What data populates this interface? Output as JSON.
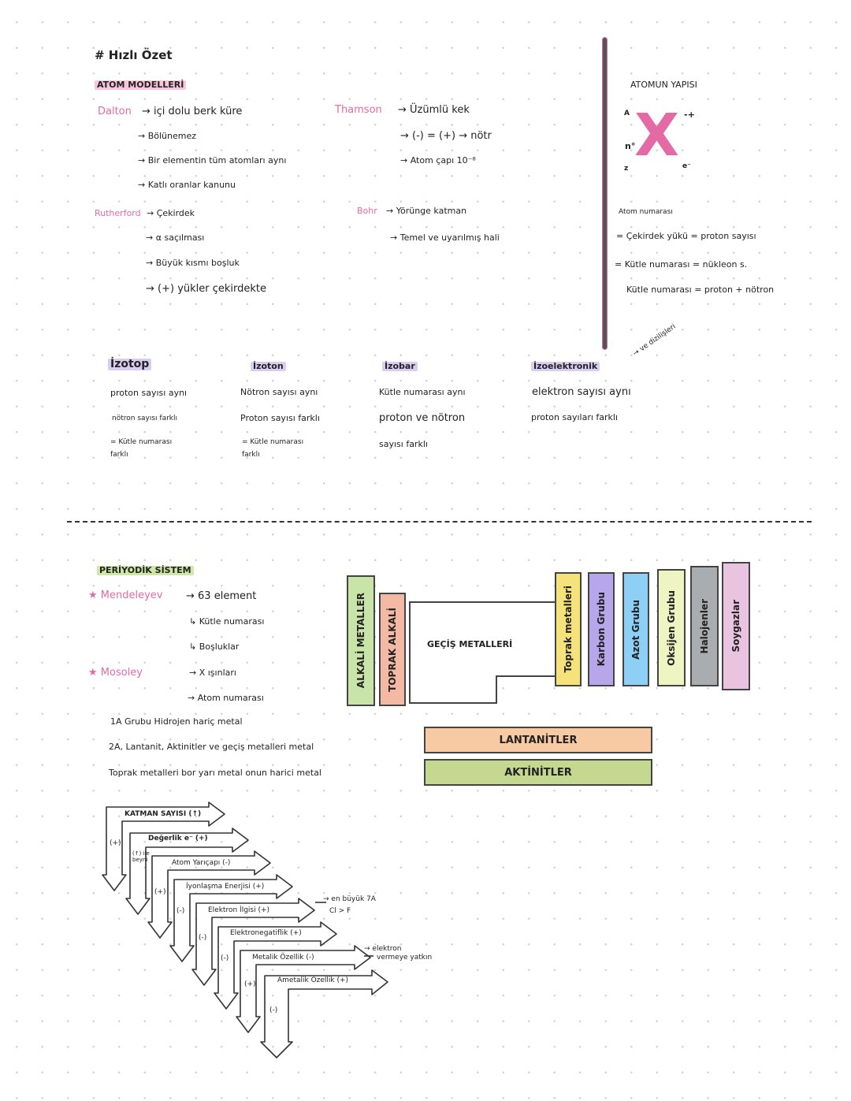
{
  "header": {
    "title": "# Hızlı Özet"
  },
  "atom_models": {
    "heading": "ATOM MODELLERİ",
    "dalton": {
      "name": "Dalton",
      "items": [
        "içi dolu berk küre",
        "Bölünemez",
        "Bir elementin tüm atomları aynı",
        "Katlı oranlar kanunu"
      ]
    },
    "thomson": {
      "name": "Thamson",
      "items": [
        "Üzümlü kek",
        "(-) = (+) → nötr",
        "Atom çapı 10⁻⁸"
      ]
    },
    "rutherford": {
      "name": "Rutherford",
      "items": [
        "Çekirdek",
        "α saçılması",
        "Büyük kısmı boşluk",
        "(+) yükler çekirdekte"
      ]
    },
    "bohr": {
      "name": "Bohr",
      "items": [
        "Yörünge katman",
        "Temel ve uyarılmış hali"
      ]
    }
  },
  "atom_structure": {
    "heading": "ATOMUN YAPISI",
    "symbol": "X",
    "sup_left": "A",
    "n_label": "n°",
    "sub_left": "z",
    "charge": "-+",
    "electron": "e⁻",
    "lines": [
      "Atom numarası",
      "= Çekirdek yükü = proton sayısı",
      "= Kütle numarası = nükleon s.",
      "Kütle numarası = proton + nötron"
    ]
  },
  "iso": {
    "izotop": {
      "title": "İzotop",
      "lines": [
        "proton sayısı aynı",
        "nötron sayısı farklı",
        "= Kütle numarası",
        "farklı"
      ]
    },
    "izoton": {
      "title": "İzoton",
      "lines": [
        "Nötron sayısı aynı",
        "Proton sayısı farklı",
        "= Kütle numarası",
        "farklı"
      ]
    },
    "izobar": {
      "title": "İzobar",
      "lines": [
        "Kütle numarası aynı",
        "proton ve nötron",
        "sayısı farklı"
      ]
    },
    "izoelektronik": {
      "title": "İzoelektronik",
      "lines": [
        "elektron sayısı aynı",
        "proton sayıları farklı"
      ],
      "note": "ve dizilişleri"
    }
  },
  "periodic": {
    "heading": "PERİYODİK SİSTEM",
    "mendeleyev": {
      "name": "Mendeleyev",
      "items": [
        "63 element",
        "Kütle numarası",
        "Boşluklar"
      ]
    },
    "mosoley": {
      "name": "Mosoley",
      "items": [
        "X ışınları",
        "Atom numarası"
      ]
    },
    "notes": [
      "1A Grubu Hidrojen hariç metal",
      "2A, Lantanit, Aktinitler ve geçiş metalleri metal",
      "Toprak metalleri bor yarı metal onun harici metal"
    ],
    "table": {
      "alkali": "ALKALİ METALLER",
      "toprak_alkali": "TOPRAK ALKALİ",
      "gecis": "GEÇİŞ METALLERİ",
      "groups": [
        "Toprak metalleri",
        "Karbon Grubu",
        "Azot Grubu",
        "Oksijen Grubu",
        "Halojenler",
        "Soygazlar"
      ],
      "lantanit": "LANTANİTLER",
      "aktinit": "AKTİNİTLER"
    },
    "colors": {
      "alkali": "#c9e4a8",
      "toprak_alkali": "#f4b9a5",
      "toprak_metal": "#f6e27a",
      "karbon": "#b7a6ea",
      "azot": "#8ecff5",
      "oksijen": "#eef4c2",
      "halojen": "#a9adb0",
      "soygaz": "#e9c3e0",
      "lantanit": "#f7caa3",
      "aktinit": "#c4d98f"
    }
  },
  "trends": {
    "rows": [
      {
        "label": "KATMAN SAYISI (↑)",
        "side": "(+)"
      },
      {
        "label": "Değerlik e⁻ (+)",
        "side": "(↑) ile beyni"
      },
      {
        "label": "Atom Yarıçapı (-)",
        "side": "(+)"
      },
      {
        "label": "İyonlaşma Enerjisi (+)",
        "side": "(-)"
      },
      {
        "label": "Elektron İlgisi (+)",
        "side": "(-)"
      },
      {
        "label": "Elektronegatiflik (+)",
        "side": "(-)"
      },
      {
        "label": "Metalik Özellik (-)",
        "side": "(+)"
      },
      {
        "label": "Ametalik Özellik (+)",
        "side": "(-)"
      }
    ],
    "note1": "en büyük 7A",
    "note1b": "Cl > F",
    "note2": "elektron",
    "note2b": "vermeye yatkın"
  }
}
